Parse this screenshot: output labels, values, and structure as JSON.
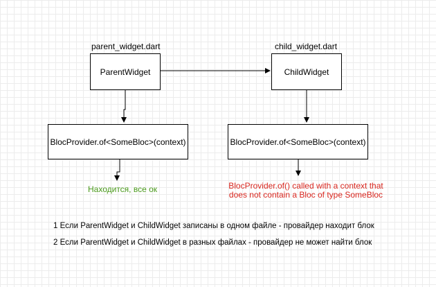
{
  "files": {
    "parent": "parent_widget.dart",
    "child": "child_widget.dart"
  },
  "boxes": {
    "parent_widget": "ParentWidget",
    "child_widget": "ChildWidget",
    "parent_provider": "BlocProvider.of<SomeBloc>(context)",
    "child_provider": "BlocProvider.of<SomeBloc>(context)"
  },
  "results": {
    "success": "Находится, все ок",
    "error_line1": "BlocProvider.of() called with a context that",
    "error_line2": "does not contain a Bloc of type SomeBloc"
  },
  "notes": [
    "1 Если ParentWidget и ChildWidget записаны в одном файле - провайдер находит блок",
    "2 Если ParentWidget и ChildWidget в разных файлах - провайдер не может найти блок"
  ],
  "colors": {
    "success": "#4a9a1b",
    "error": "#d9271f",
    "grid": "#ececec"
  }
}
